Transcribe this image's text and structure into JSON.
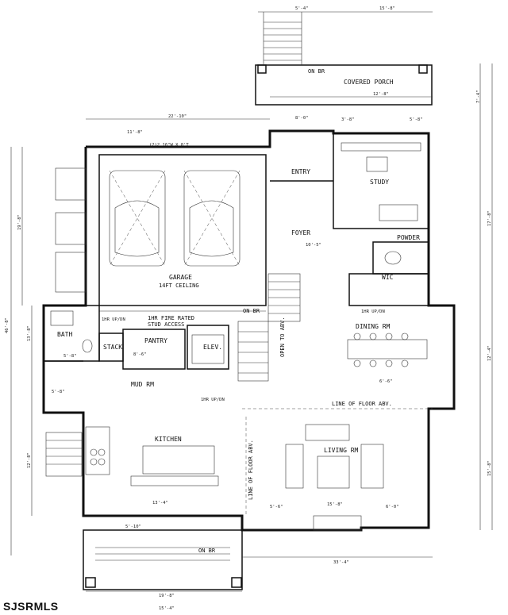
{
  "watermark": "SJSRMLS",
  "rooms": {
    "covered_porch": "COVERED PORCH",
    "entry": "ENTRY",
    "study": "STUDY",
    "foyer": "FOYER",
    "powder": "POWDER",
    "garage": "GARAGE",
    "ceiling": "14FT CEILING",
    "bath": "BATH",
    "stack": "STACK",
    "pantry": "PANTRY",
    "elev": "ELEV.",
    "dining": "DINING RM",
    "mud": "MUD RM",
    "kitchen": "KITCHEN",
    "living": "LIVING RM",
    "wic": "WIC"
  },
  "notes": {
    "fire_rated": "1HR FIRE RATED",
    "stud_access": "STUD ACCESS",
    "one_hr_top": "1HR UP/DN",
    "one_hr_dining": "1HR UP/DN",
    "one_hr_mid": "1HR UP/DN",
    "line_floor": "LINE OF FLOOR ABV.",
    "line_floor_left": "LINE OF FLOOR ABV.",
    "open_abv": "OPEN TO ABV.",
    "on_br_top": "ON BR",
    "on_br_bottom": "ON BR",
    "on_br_garage": "ON BR",
    "header_garage": "(2)2 16\"W X 8'T"
  },
  "dims": {
    "top_a": "5'-4\"",
    "top_b": "15'-8\"",
    "porch_a": "12'-8\"",
    "porch_b": "8'-0\"",
    "g_width": "22'-10\"",
    "g_seg": "11'-8\"",
    "study_w": "3'-8\"",
    "study_h": "5'-8\"",
    "foyer_w": "10'-5\"",
    "living_w": "15'-8\"",
    "left_total": "46'-8\"",
    "left_a": "19'-8\"",
    "left_b": "13'-8\"",
    "left_c": "12'-8\"",
    "right_a": "7'-4\"",
    "right_b": "17'-8\"",
    "right_c": "12'-4\"",
    "right_d": "15'-8\"",
    "bottom_a": "5'-10\"",
    "bottom_b": "33'-4\"",
    "bottom_c": "19'-8\"",
    "bottom_d": "15'-4\"",
    "kitchen_w": "13'-4\"",
    "dining_w": "6'-6\"",
    "living_a": "5'-6\"",
    "living_b": "6'-0\"",
    "bath_w": "5'-8\"",
    "mud_a": "5'-8\"",
    "pantry_w": "8'-6\""
  }
}
